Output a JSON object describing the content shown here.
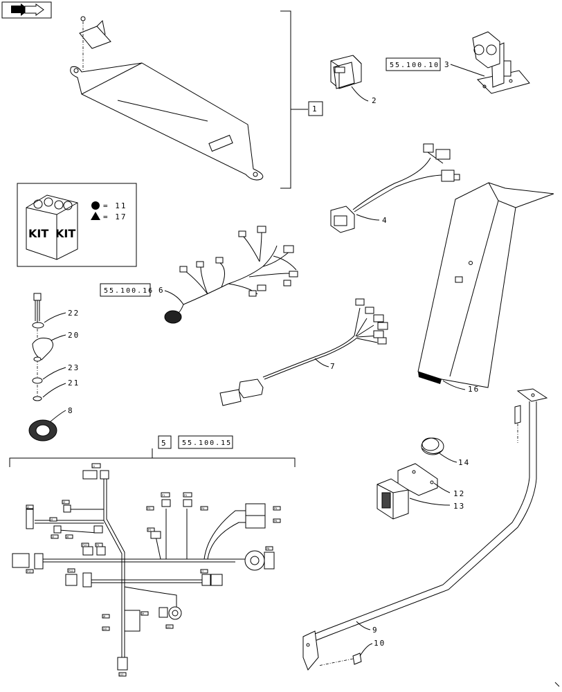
{
  "toolbar": {
    "nav_icon": "arrow-right-icon"
  },
  "refs": {
    "r1": "55.100.10",
    "r2": "55.100.16",
    "r3": "55.100.15"
  },
  "callouts": {
    "c1": "1",
    "c2": "2",
    "c3": "3",
    "c4": "4",
    "c5": "5",
    "c6": "6",
    "c7": "7",
    "c8": "8",
    "c9": "9",
    "c10": "10",
    "c12": "12",
    "c13": "13",
    "c14": "14",
    "c16": "16",
    "c20": "20",
    "c21": "21",
    "c22": "22",
    "c23": "23"
  },
  "kit": {
    "word1": "KIT",
    "word2": "KIT",
    "row1": "= 11",
    "row2": "= 17"
  },
  "harness_tags": {
    "t1": "J1",
    "t2": "J2",
    "t3": "J3",
    "t4": "J4",
    "t5": "J5",
    "t6": "J6",
    "t7": "P1",
    "t8": "P2",
    "t9": "P3",
    "t10": "P4",
    "t11": "P5",
    "t12": "P6",
    "t13": "P7",
    "t14": "P8",
    "t15": "P9",
    "t16": "P10",
    "t17": "P11",
    "t18": "P12",
    "t19": "J7",
    "t20": "J8",
    "t21": "J9",
    "t22": "J10",
    "t23": "J11",
    "t24": "J12"
  }
}
